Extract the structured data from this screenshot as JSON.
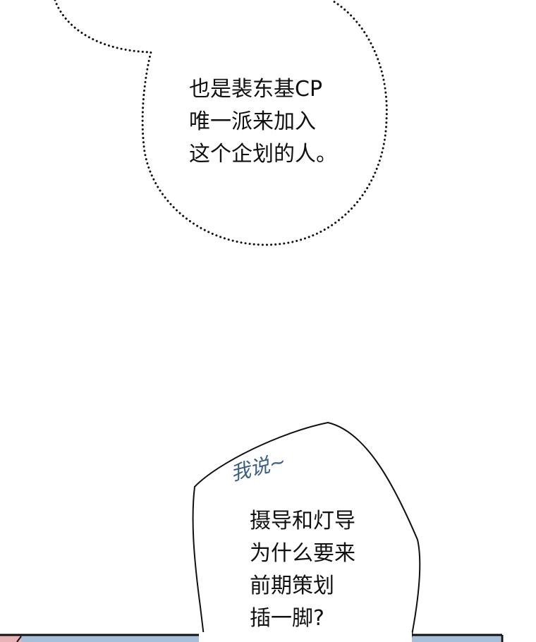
{
  "bubble_top": {
    "lines": [
      "也是裴东基CP",
      "唯一派来加入",
      "这个企划的人。"
    ]
  },
  "bubble_bottom": {
    "aside": "我说~",
    "lines": [
      "摄导和灯导",
      "为什么要来",
      "前期策划",
      "插一脚?"
    ]
  },
  "colors": {
    "text": "#111111",
    "aside": "#3b5f86",
    "panel_fill": "#a9bfd8",
    "panel_edge_pink": "#e8b4b8"
  }
}
